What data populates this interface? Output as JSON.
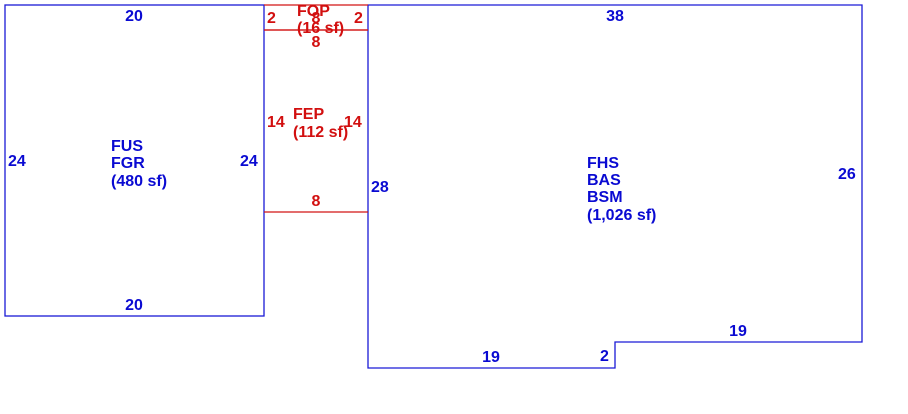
{
  "areas": {
    "garage": {
      "codes": [
        "FUS",
        "FGR"
      ],
      "area": "(480 sf)"
    },
    "main": {
      "codes": [
        "FHS",
        "BAS",
        "BSM"
      ],
      "area": "(1,026 sf)"
    },
    "porch": {
      "codes": [
        "FEP"
      ],
      "area": "(112 sf)"
    },
    "stoop": {
      "codes": [
        "FOP"
      ],
      "area": "(16 sf)"
    }
  },
  "dimensions": {
    "garage_top": "20",
    "garage_bottom": "20",
    "garage_left": "24",
    "garage_right": "24",
    "main_top": "38",
    "main_left": "28",
    "main_right": "26",
    "main_bottom_left": "19",
    "main_bottom_right": "19",
    "main_step": "2",
    "porch_left": "14",
    "porch_right": "14",
    "porch_bottom": "8",
    "porch_top": "8",
    "stoop_left": "2",
    "stoop_right": "2",
    "stoop_top": "8"
  },
  "colors": {
    "living_area": "#0a0ad2",
    "porch_area": "#d20f0f"
  }
}
